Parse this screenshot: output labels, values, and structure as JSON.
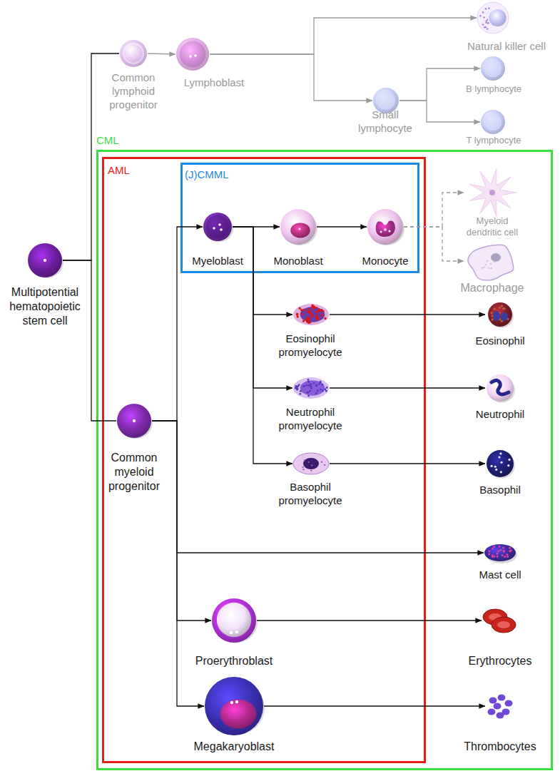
{
  "diagram": {
    "nodes": [
      {
        "text": [
          "Multipotential hematopoietic stem cell"
        ]
      },
      {
        "text": [
          "Common lymphoid progenitor"
        ]
      },
      {
        "text": [
          "Lymphoblast"
        ]
      },
      {
        "text": [
          "Natural killer cell"
        ]
      },
      {
        "text": [
          "Small lymphocyte"
        ]
      },
      {
        "text": [
          "B lymphocyte"
        ]
      },
      {
        "text": [
          "T lymphocyte"
        ]
      },
      {
        "text": [
          "CML"
        ]
      },
      {
        "text": [
          "AML"
        ],
        "in": 7
      },
      {
        "text": [
          "Common myeloid progenitor"
        ],
        "in": 8
      },
      {
        "text": [
          "(J)CMML"
        ],
        "in": 8
      },
      {
        "text": [
          "Myeloblast"
        ],
        "in": 10
      },
      {
        "text": [
          "Monoblast"
        ],
        "in": 10
      },
      {
        "text": [
          "Monocyte"
        ],
        "in": 10
      },
      {
        "text": [
          "Myeloid dendritic cell"
        ],
        "in": 7
      },
      {
        "text": [
          "Macrophage"
        ],
        "in": 7
      },
      {
        "text": [
          "Eosinophil promyelocyte"
        ],
        "in": 8
      },
      {
        "text": [
          "Neutrophil promyelocyte"
        ],
        "in": 8
      },
      {
        "text": [
          "Basophil promyelocyte"
        ],
        "in": 8
      },
      {
        "text": [
          "Eosinophil"
        ],
        "in": 7
      },
      {
        "text": [
          "Neutrophil"
        ],
        "in": 7
      },
      {
        "text": [
          "Basophil"
        ],
        "in": 7
      },
      {
        "text": [
          "Mast cell"
        ],
        "in": 7
      },
      {
        "text": [
          "Proerythroblast"
        ],
        "in": 8
      },
      {
        "text": [
          "Megakaryoblast"
        ],
        "in": 8
      },
      {
        "text": [
          "Erythrocytes"
        ],
        "in": 7
      },
      {
        "text": [
          "Thrombocytes"
        ],
        "in": 7
      }
    ],
    "edges": [
      {
        "from": 0,
        "to": 1,
        "arrow": "none"
      },
      {
        "from": 0,
        "to": 9,
        "arrow": "none"
      },
      {
        "from": 1,
        "to": 2,
        "arrow": "to"
      },
      {
        "from": 2,
        "to": 3,
        "arrow": "to"
      },
      {
        "from": 2,
        "to": 4,
        "arrow": "to"
      },
      {
        "from": 4,
        "to": 5,
        "arrow": "to"
      },
      {
        "from": 4,
        "to": 6,
        "arrow": "to"
      },
      {
        "from": 9,
        "to": 11,
        "arrow": "to"
      },
      {
        "from": 9,
        "to": 22,
        "arrow": "to"
      },
      {
        "from": 9,
        "to": 23,
        "arrow": "to"
      },
      {
        "from": 9,
        "to": 24,
        "arrow": "to"
      },
      {
        "from": 11,
        "to": 12,
        "arrow": "to"
      },
      {
        "from": 11,
        "to": 16,
        "arrow": "to"
      },
      {
        "from": 11,
        "to": 17,
        "arrow": "to"
      },
      {
        "from": 11,
        "to": 18,
        "arrow": "to"
      },
      {
        "from": 12,
        "to": 13,
        "arrow": "to"
      },
      {
        "from": 13,
        "to": 14,
        "arrow": "to"
      },
      {
        "from": 13,
        "to": 15,
        "arrow": "to"
      },
      {
        "from": 16,
        "to": 19,
        "arrow": "to"
      },
      {
        "from": 17,
        "to": 20,
        "arrow": "to"
      },
      {
        "from": 18,
        "to": 21,
        "arrow": "to"
      },
      {
        "from": 23,
        "to": 25,
        "arrow": "to"
      },
      {
        "from": 24,
        "to": 26,
        "arrow": "to"
      }
    ]
  }
}
